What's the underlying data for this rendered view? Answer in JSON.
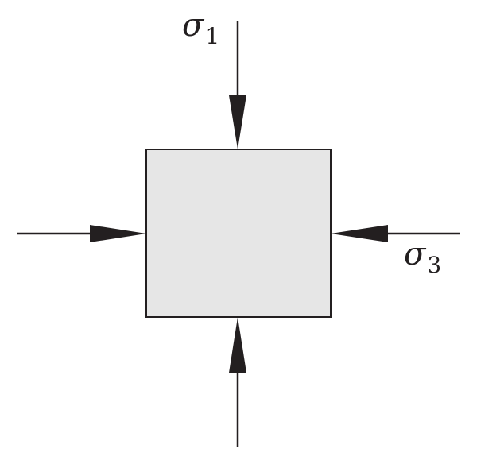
{
  "labels": {
    "sigma1": {
      "symbol": "σ",
      "subscript": "1"
    },
    "sigma3": {
      "symbol": "σ",
      "subscript": "3"
    }
  },
  "colors": {
    "stroke": "#231f20",
    "block_fill": "#e6e6e6",
    "background": "#ffffff"
  }
}
